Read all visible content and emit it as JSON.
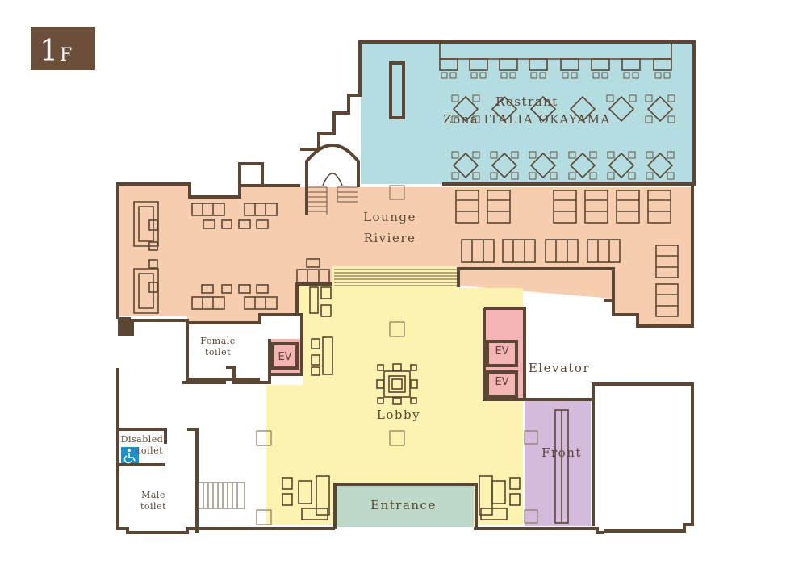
{
  "floor_badge": {
    "number": "1",
    "suffix": "F",
    "color": "#6b4f3b"
  },
  "rooms": {
    "restaurant": {
      "line1": "Restrant",
      "line2": "Zona ITALIA OKAYAMA",
      "color": "#b3dde0"
    },
    "lounge": {
      "line1": "Lounge",
      "line2": "Riviere",
      "color": "#f7cdb0"
    },
    "lobby": {
      "label": "Lobby",
      "color": "#fcf3b0"
    },
    "elevator": {
      "label": "Elevator",
      "ev_label": "EV",
      "color": "#f4b3b5"
    },
    "front": {
      "label": "Front",
      "color": "#d4bbdc"
    },
    "entrance": {
      "label": "Entrance",
      "color": "#bdd9c9"
    },
    "female_toilet": {
      "line1": "Female",
      "line2": "toilet"
    },
    "disabled_toilet": {
      "line1": "Disabled",
      "line2": "toilet",
      "icon_color": "#1d8fcf"
    },
    "male_toilet": {
      "line1": "Male",
      "line2": "toilet"
    }
  },
  "colors": {
    "wall": "#5a4633"
  }
}
